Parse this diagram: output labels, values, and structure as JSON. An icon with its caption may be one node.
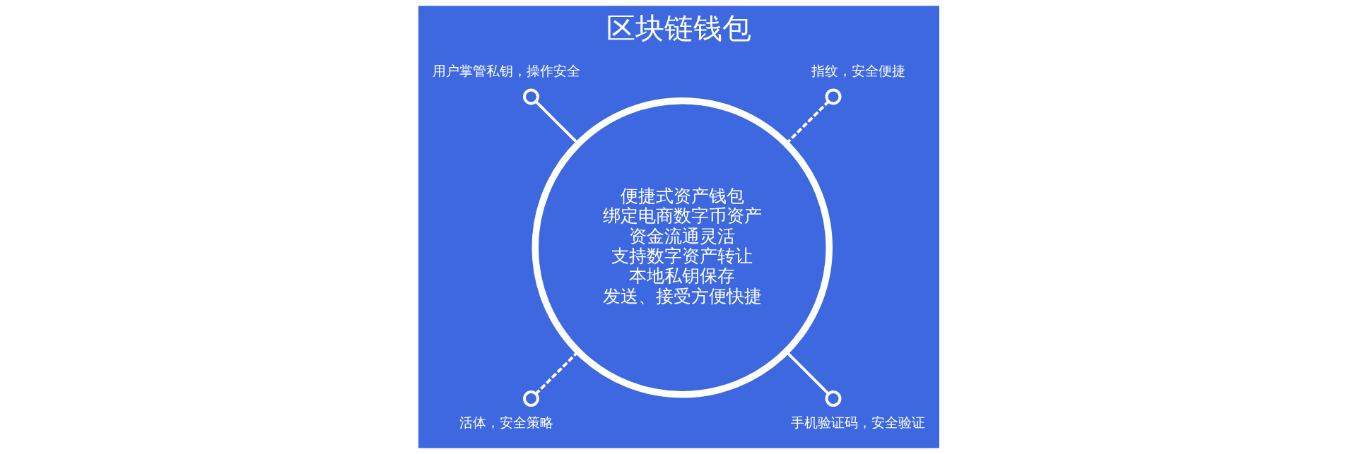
{
  "diagram": {
    "title": "区块链钱包",
    "nodes": [
      {
        "text": [
          "便捷式资产钱包",
          "绑定电商数字币资产",
          "资金流通灵活",
          "支持数字资产转让",
          "本地私钥保存",
          "发送、接受方便快捷"
        ]
      },
      {
        "text": [
          "指纹，安全便捷"
        ]
      },
      {
        "text": [
          "用户掌管私钥，操作安全"
        ]
      },
      {
        "text": [
          "活体，安全策略"
        ]
      },
      {
        "text": [
          "手机验证码，安全验证"
        ]
      }
    ],
    "edges": [
      {
        "from": 0,
        "to": 1,
        "arrow": "other",
        "style": "dashed"
      },
      {
        "from": 0,
        "to": 2,
        "arrow": "other"
      },
      {
        "from": 0,
        "to": 3,
        "arrow": "other",
        "style": "dashed"
      },
      {
        "from": 0,
        "to": 4,
        "arrow": "other"
      }
    ]
  }
}
